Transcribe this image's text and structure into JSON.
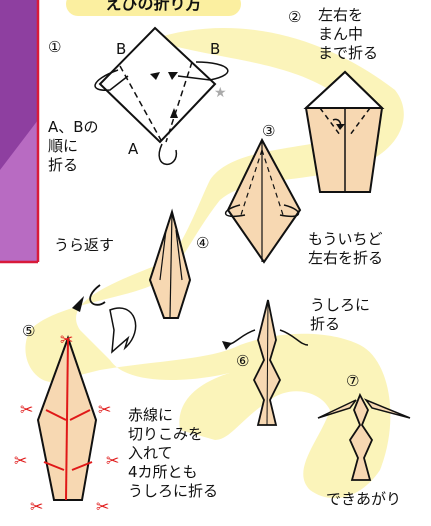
{
  "title": "えびの折り方",
  "steps": {
    "s1": {
      "num": "①",
      "text": "A、Bの\n順に\n折る",
      "label_a": "A",
      "label_b1": "B",
      "label_b2": "B"
    },
    "s2": {
      "num": "②",
      "text": "左右を\nまん中\nまで折る"
    },
    "s3": {
      "num": "③",
      "text": "もういちど\n左右を折る"
    },
    "s4": {
      "num": "④",
      "text": "うら返す"
    },
    "s5": {
      "num": "⑤",
      "text": "赤線に\n切りこみを\n入れて\n4カ所とも\nうしろに折る"
    },
    "s6": {
      "num": "⑥",
      "text": "うしろに\n折る"
    },
    "s7": {
      "num": "⑦",
      "text": "できあがり"
    }
  },
  "colors": {
    "path_yellow": "#fbf3b6",
    "paper": "#f7d8b2",
    "cut_red": "#e01818",
    "side_purple": "#9a4fa8",
    "border_red": "#d81a3a"
  }
}
